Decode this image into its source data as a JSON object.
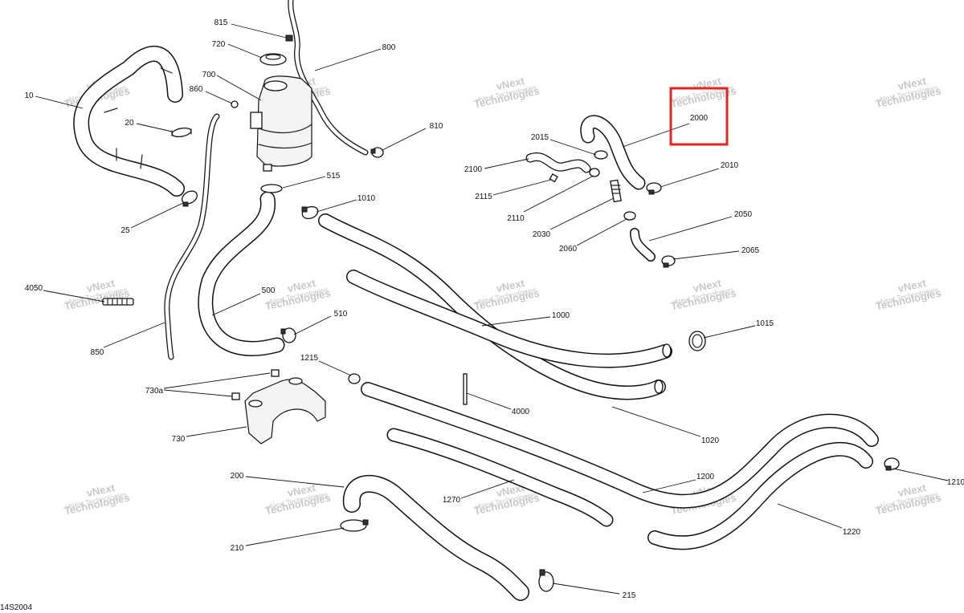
{
  "diagram": {
    "reference_code": "14S2004",
    "highlighted_part": "2000",
    "watermark": {
      "line1": "vNext",
      "line2": "Technologies",
      "small": "vNext Technologies"
    },
    "callouts": [
      {
        "id": "815",
        "label": "815"
      },
      {
        "id": "720",
        "label": "720"
      },
      {
        "id": "800",
        "label": "800"
      },
      {
        "id": "700",
        "label": "700"
      },
      {
        "id": "860",
        "label": "860"
      },
      {
        "id": "10",
        "label": "10"
      },
      {
        "id": "20",
        "label": "20"
      },
      {
        "id": "810",
        "label": "810"
      },
      {
        "id": "515",
        "label": "515"
      },
      {
        "id": "25",
        "label": "25"
      },
      {
        "id": "1010",
        "label": "1010"
      },
      {
        "id": "2000",
        "label": "2000"
      },
      {
        "id": "2015",
        "label": "2015"
      },
      {
        "id": "2100",
        "label": "2100"
      },
      {
        "id": "2010",
        "label": "2010"
      },
      {
        "id": "2115",
        "label": "2115"
      },
      {
        "id": "2110",
        "label": "2110"
      },
      {
        "id": "2030",
        "label": "2030"
      },
      {
        "id": "2050",
        "label": "2050"
      },
      {
        "id": "2060",
        "label": "2060"
      },
      {
        "id": "2065",
        "label": "2065"
      },
      {
        "id": "4050",
        "label": "4050"
      },
      {
        "id": "500",
        "label": "500"
      },
      {
        "id": "510",
        "label": "510"
      },
      {
        "id": "850",
        "label": "850"
      },
      {
        "id": "1000",
        "label": "1000"
      },
      {
        "id": "1015",
        "label": "1015"
      },
      {
        "id": "1215",
        "label": "1215"
      },
      {
        "id": "730a",
        "label": "730a"
      },
      {
        "id": "730",
        "label": "730"
      },
      {
        "id": "4000",
        "label": "4000"
      },
      {
        "id": "1020",
        "label": "1020"
      },
      {
        "id": "200",
        "label": "200"
      },
      {
        "id": "1200",
        "label": "1200"
      },
      {
        "id": "1210",
        "label": "1210"
      },
      {
        "id": "1270",
        "label": "1270"
      },
      {
        "id": "1220",
        "label": "1220"
      },
      {
        "id": "210",
        "label": "210"
      },
      {
        "id": "215",
        "label": "215"
      }
    ]
  }
}
